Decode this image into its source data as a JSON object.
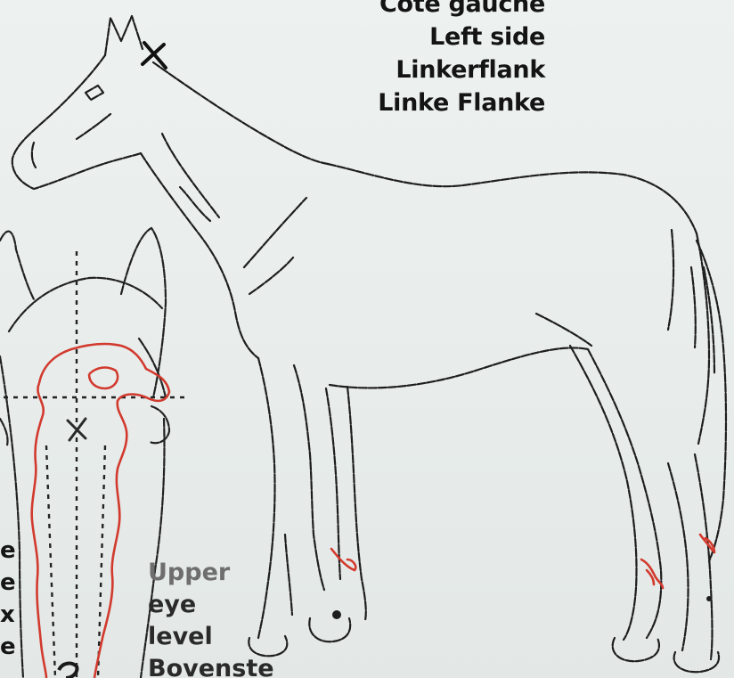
{
  "header_labels": {
    "line1": "Côté gauche",
    "line2": "Left side",
    "line3": "Linkerflank",
    "line4": "Linke Flanke"
  },
  "side_letters": [
    "e",
    "e",
    "x",
    "e"
  ],
  "eye_level_label": {
    "line1": "Upper",
    "line2": "eye",
    "line3": "level",
    "line4": "Bovenste"
  },
  "colors": {
    "ink": "#1c1c1c",
    "marking": "#d23a2e",
    "paper": "#e9eeec"
  },
  "icons": {
    "cross_marks": "x-mark-icon",
    "whorl": "whorl-icon"
  }
}
